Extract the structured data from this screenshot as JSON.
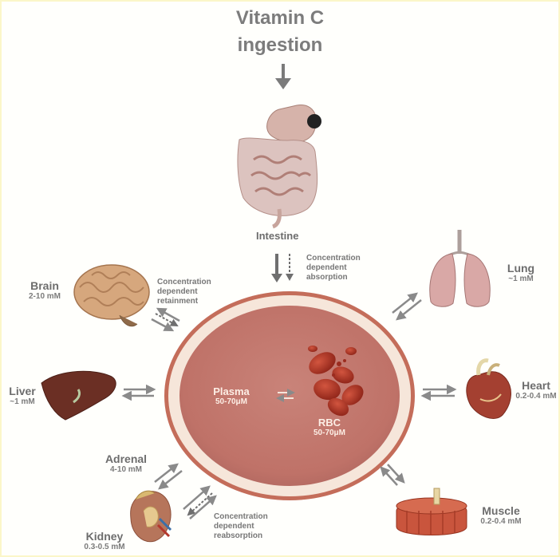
{
  "title": {
    "line1": "Vitamin C",
    "line2": "ingestion"
  },
  "intestine": {
    "label": "Intestine"
  },
  "absorption_note": {
    "line1": "Concentration",
    "line2": "dependent",
    "line3": "absorption"
  },
  "retainment_note": {
    "line1": "Concentration",
    "line2": "dependent",
    "line3": "retainment"
  },
  "reabsorption_note": {
    "line1": "Concentration",
    "line2": "dependent",
    "line3": "reabsorption"
  },
  "plasma": {
    "label": "Plasma",
    "conc": "50-70μM"
  },
  "rbc": {
    "label": "RBC",
    "conc": "50-70μM"
  },
  "organs": {
    "brain": {
      "name": "Brain",
      "conc": "2-10 mM"
    },
    "liver": {
      "name": "Liver",
      "conc": "~1 mM"
    },
    "adrenal": {
      "name": "Adrenal",
      "conc": "4-10 mM"
    },
    "kidney": {
      "name": "Kidney",
      "conc": "0.3-0.5 mM"
    },
    "lung": {
      "name": "Lung",
      "conc": "~1 mM"
    },
    "heart": {
      "name": "Heart",
      "conc": "0.2-0.4 mM"
    },
    "muscle": {
      "name": "Muscle",
      "conc": "0.2-0.4 mM"
    }
  },
  "colors": {
    "blood_ring": "#b5452e",
    "plasma_fill": "#c27a71",
    "arrow_gray": "#8a8a8a",
    "background_border": "#fbf6c9"
  }
}
